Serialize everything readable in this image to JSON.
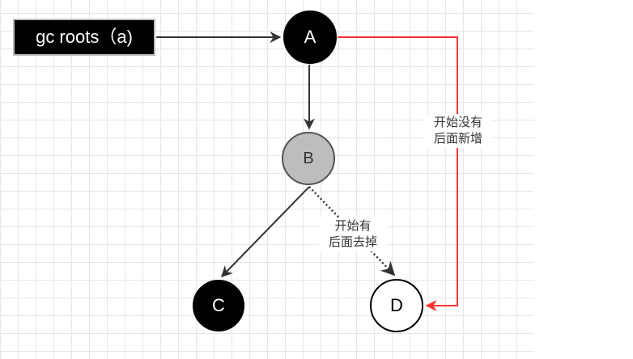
{
  "root": {
    "label": "gc roots（a)"
  },
  "nodes": {
    "a": "A",
    "b": "B",
    "c": "C",
    "d": "D"
  },
  "labels": {
    "red_line1": "开始没有",
    "red_line2": "后面新增",
    "dotted_line1": "开始有",
    "dotted_line2": "后面去掉"
  },
  "colors": {
    "edge": "#333333",
    "new_reference": "#ff3333",
    "node_b_fill": "#bdbdbd"
  }
}
